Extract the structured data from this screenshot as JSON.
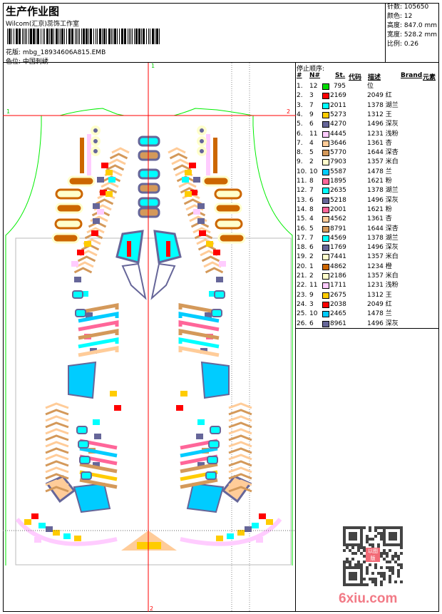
{
  "header": {
    "title": "生产作业图",
    "company": "Wilcom(汇京)蕊饰工作室",
    "pattern_label": "花版:",
    "pattern_value": "mbg_18934606A815.EMB",
    "color_label": "色位:",
    "color_value": "中国刺绣"
  },
  "info": {
    "stitches": "针数: 105650",
    "colors": "颜色: 12",
    "height": "高度: 847.0 mm",
    "width": "宽度: 528.2 mm",
    "scale": "比例: 0.26"
  },
  "design": {
    "marker_top": "1",
    "marker_bottom": "2",
    "marker_left": "1",
    "marker_right": "2"
  },
  "panel": {
    "stop_title": "停止顺序:",
    "headers": {
      "idx": "#",
      "n": "N#",
      "st": "St.",
      "code": "代码",
      "desc": "描述",
      "brand": "Brand",
      "element": "元素"
    },
    "rows": [
      {
        "i": "1.",
        "n": "12",
        "color": "#00dd00",
        "st": "795",
        "d": "位"
      },
      {
        "i": "2.",
        "n": "3",
        "color": "#ff0000",
        "st": "2169",
        "d": "2049 红"
      },
      {
        "i": "3.",
        "n": "7",
        "color": "#00ffff",
        "st": "2011",
        "d": "1378 湖兰"
      },
      {
        "i": "4.",
        "n": "9",
        "color": "#ffcc00",
        "st": "5273",
        "d": "1312 王"
      },
      {
        "i": "5.",
        "n": "6",
        "color": "#666699",
        "st": "4270",
        "d": "1496 深灰"
      },
      {
        "i": "6.",
        "n": "11",
        "color": "#ffccff",
        "st": "4445",
        "d": "1231 浅粉"
      },
      {
        "i": "7.",
        "n": "4",
        "color": "#ffcc99",
        "st": "3646",
        "d": "1361 杏"
      },
      {
        "i": "8.",
        "n": "5",
        "color": "#d4995a",
        "st": "5770",
        "d": "1644 深杏"
      },
      {
        "i": "9.",
        "n": "2",
        "color": "#ffffcc",
        "st": "7903",
        "d": "1357 米白"
      },
      {
        "i": "10.",
        "n": "10",
        "color": "#00ccff",
        "st": "5587",
        "d": "1478 兰"
      },
      {
        "i": "11.",
        "n": "8",
        "color": "#ff6699",
        "st": "1895",
        "d": "1621 粉"
      },
      {
        "i": "12.",
        "n": "7",
        "color": "#00ffff",
        "st": "2635",
        "d": "1378 湖兰"
      },
      {
        "i": "13.",
        "n": "6",
        "color": "#666699",
        "st": "5218",
        "d": "1496 深灰"
      },
      {
        "i": "14.",
        "n": "8",
        "color": "#ff6699",
        "st": "2001",
        "d": "1621 粉"
      },
      {
        "i": "15.",
        "n": "4",
        "color": "#ffcc99",
        "st": "4562",
        "d": "1361 杏"
      },
      {
        "i": "16.",
        "n": "5",
        "color": "#d4995a",
        "st": "8791",
        "d": "1644 深杏"
      },
      {
        "i": "17.",
        "n": "7",
        "color": "#00ffff",
        "st": "4569",
        "d": "1378 湖兰"
      },
      {
        "i": "18.",
        "n": "6",
        "color": "#666699",
        "st": "1769",
        "d": "1496 深灰"
      },
      {
        "i": "19.",
        "n": "2",
        "color": "#ffffcc",
        "st": "7441",
        "d": "1357 米白"
      },
      {
        "i": "20.",
        "n": "1",
        "color": "#cc6600",
        "st": "4862",
        "d": "1234 橙"
      },
      {
        "i": "21.",
        "n": "2",
        "color": "#ffffcc",
        "st": "2186",
        "d": "1357 米白"
      },
      {
        "i": "22.",
        "n": "11",
        "color": "#ffccff",
        "st": "1711",
        "d": "1231 浅粉"
      },
      {
        "i": "23.",
        "n": "9",
        "color": "#ffcc00",
        "st": "2675",
        "d": "1312 王"
      },
      {
        "i": "24.",
        "n": "3",
        "color": "#ff0000",
        "st": "2038",
        "d": "2049 红"
      },
      {
        "i": "25.",
        "n": "10",
        "color": "#00ccff",
        "st": "2465",
        "d": "1478 兰"
      },
      {
        "i": "26.",
        "n": "6",
        "color": "#666699",
        "st": "8961",
        "d": "1496 深灰"
      }
    ]
  },
  "watermark": {
    "seal": "以图版",
    "site": "6xiu.com"
  }
}
